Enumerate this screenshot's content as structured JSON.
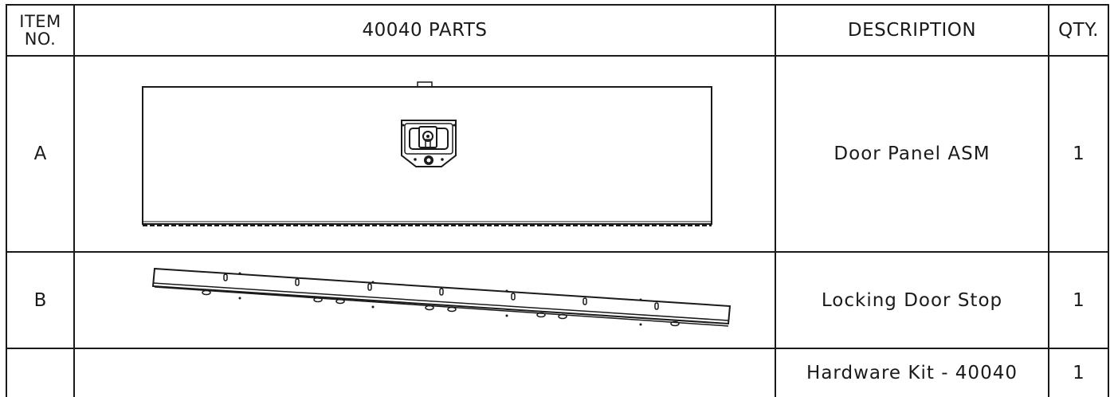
{
  "table": {
    "headers": {
      "item_no": "ITEM NO.",
      "item_no_line1": "ITEM",
      "item_no_line2": "NO.",
      "parts": "40040 PARTS",
      "description": "DESCRIPTION",
      "qty": "QTY."
    },
    "rows": [
      {
        "item": "A",
        "description": "Door Panel ASM",
        "qty": "1",
        "drawing": "door-panel-drawing"
      },
      {
        "item": "B",
        "description": "Locking Door Stop",
        "qty": "1",
        "drawing": "door-stop-drawing"
      },
      {
        "item": "",
        "description": "Hardware Kit - 40040",
        "qty": "1",
        "drawing": ""
      }
    ]
  }
}
